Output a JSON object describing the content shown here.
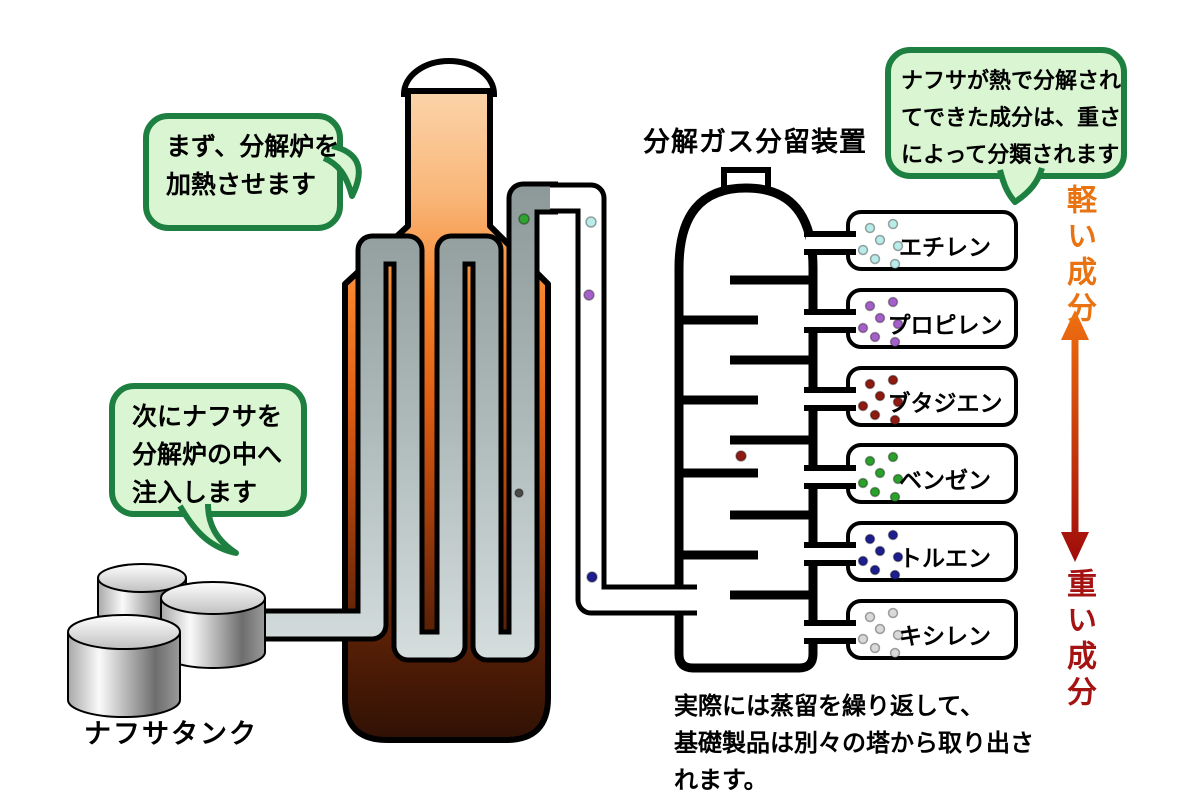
{
  "diagram_title": "分解ガス分留装置",
  "bubbles": {
    "step1": {
      "lines": [
        "まず、分解炉を",
        "加熱させます"
      ]
    },
    "step2": {
      "lines": [
        "次にナフサを",
        "分解炉の中へ",
        "注入します"
      ]
    },
    "classification": {
      "lines": [
        "ナフサが熱で分解され",
        "てできた成分は、重さ",
        "によって分類されます"
      ]
    }
  },
  "products": [
    {
      "label": "エチレン",
      "particle_color": "#b9ece9"
    },
    {
      "label": "プロピレン",
      "particle_color": "#a55fc9"
    },
    {
      "label": "ブタジエン",
      "particle_color": "#8f1a12"
    },
    {
      "label": "ベンゼン",
      "particle_color": "#2ba02b"
    },
    {
      "label": "トルエン",
      "particle_color": "#1d1d8f"
    },
    {
      "label": "キシレン",
      "particle_color": "#d9d9d9"
    }
  ],
  "axis": {
    "light_label": "軽い成分",
    "light_color": "#e87310",
    "heavy_label": "重い成分",
    "heavy_color": "#a51212"
  },
  "tank_label": "ナフサタンク",
  "note_lines": [
    "実際には蒸留を繰り返して、",
    "基礎製品は別々の塔から取り出さ",
    "れます。"
  ],
  "pipe_particles": [
    {
      "name": "green-particle",
      "color": "#2fa32f"
    },
    {
      "name": "cyan-particle",
      "color": "#b9ece9"
    },
    {
      "name": "purple-particle",
      "color": "#a55fc9"
    },
    {
      "name": "gray-particle",
      "color": "#4a4a4a"
    },
    {
      "name": "navy-particle",
      "color": "#1d1d8f"
    },
    {
      "name": "red-particle",
      "color": "#8f1a12"
    }
  ],
  "colors": {
    "bubble_border": "#1e8040",
    "bubble_fill": "#d9f5d1",
    "furnace_hot": "#f5822a",
    "furnace_cool": "#2e1005",
    "pipe_gray": "#9aa8a8",
    "outline": "#000000"
  }
}
